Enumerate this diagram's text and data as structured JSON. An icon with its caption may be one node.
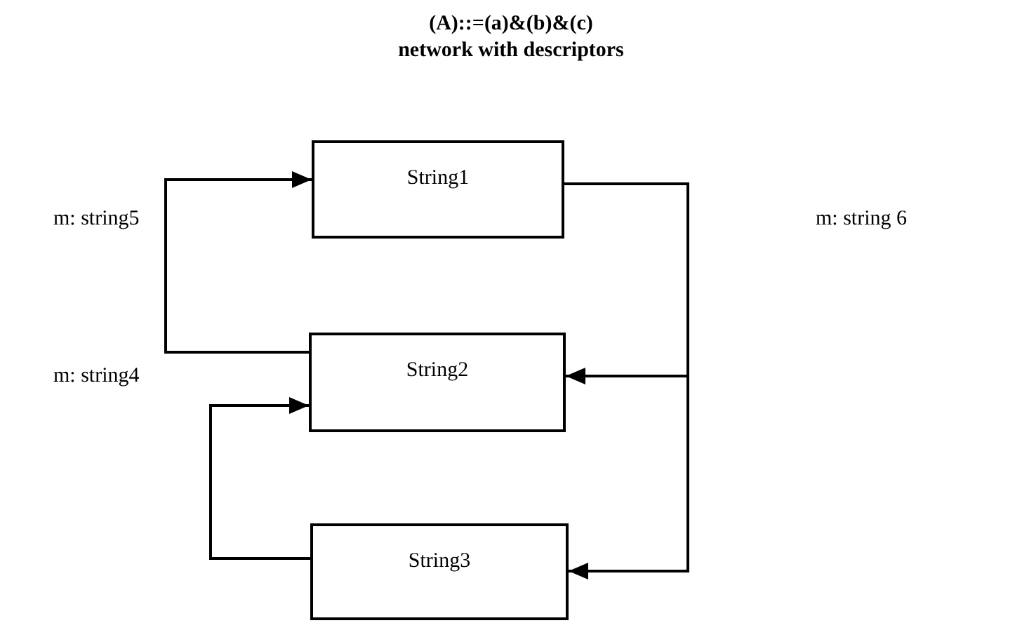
{
  "diagram": {
    "title": "(A)::=(a)&(b)&(c)",
    "nodes": [
      {
        "text": [
          "String1"
        ]
      },
      {
        "text": [
          "String2"
        ]
      },
      {
        "text": [
          "String3"
        ]
      }
    ],
    "edges": [
      {
        "from": 1,
        "to": 0,
        "arrow": "to",
        "label": "m: string5"
      },
      {
        "from": 2,
        "to": 1,
        "arrow": "to",
        "label": "m: string4"
      },
      {
        "from": 0,
        "to": 1,
        "arrow": "to"
      },
      {
        "from": 0,
        "to": 2,
        "arrow": "to"
      }
    ],
    "labels": [
      "network with descriptors",
      "m: string 6"
    ]
  }
}
